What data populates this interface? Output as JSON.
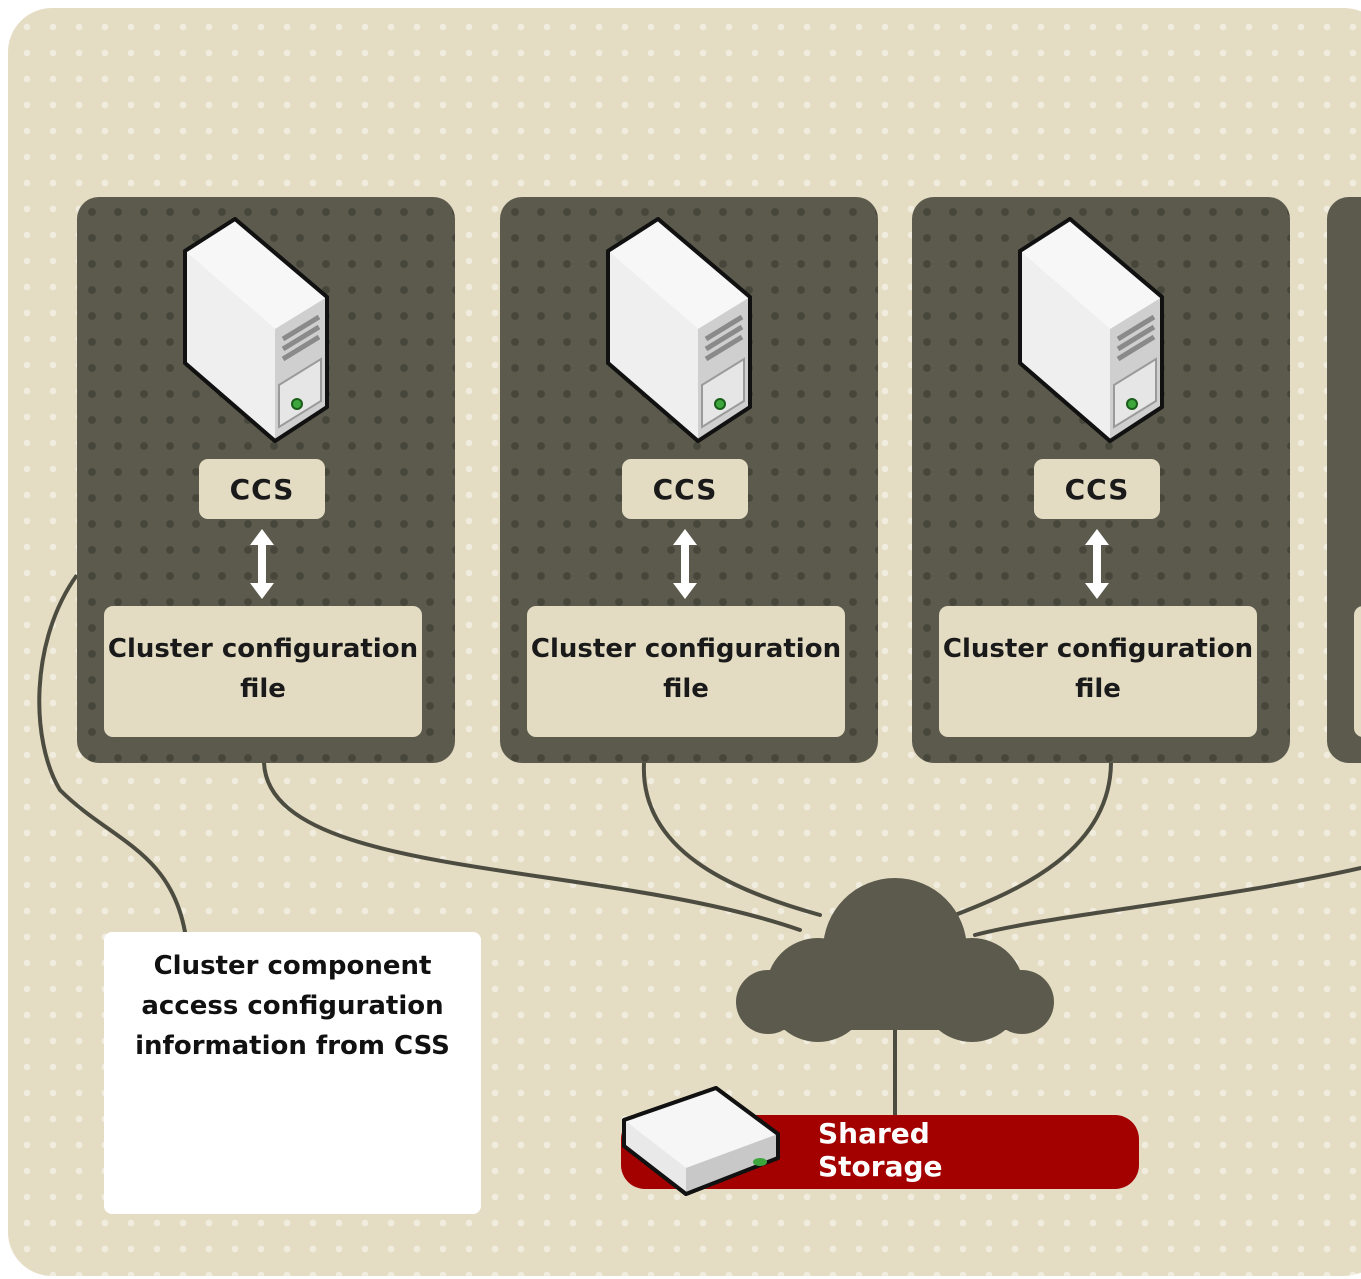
{
  "diagram": {
    "nodes": [
      {
        "ccs_label": "CCS",
        "config_label": "Cluster configuration file"
      },
      {
        "ccs_label": "CCS",
        "config_label": "Cluster configuration file"
      },
      {
        "ccs_label": "CCS",
        "config_label": "Cluster configuration file"
      }
    ],
    "callout": "Cluster component access configuration information from CSS",
    "storage_label": "Shared Storage",
    "colors": {
      "background": "#e4dcc3",
      "node_panel": "#5b5a4c",
      "label_box": "#e3dcc3",
      "storage": "#a30000",
      "cloud": "#5b5a4c"
    },
    "icons": [
      "server-icon",
      "double-arrow-icon",
      "cloud-network-icon",
      "disk-drive-icon"
    ]
  }
}
